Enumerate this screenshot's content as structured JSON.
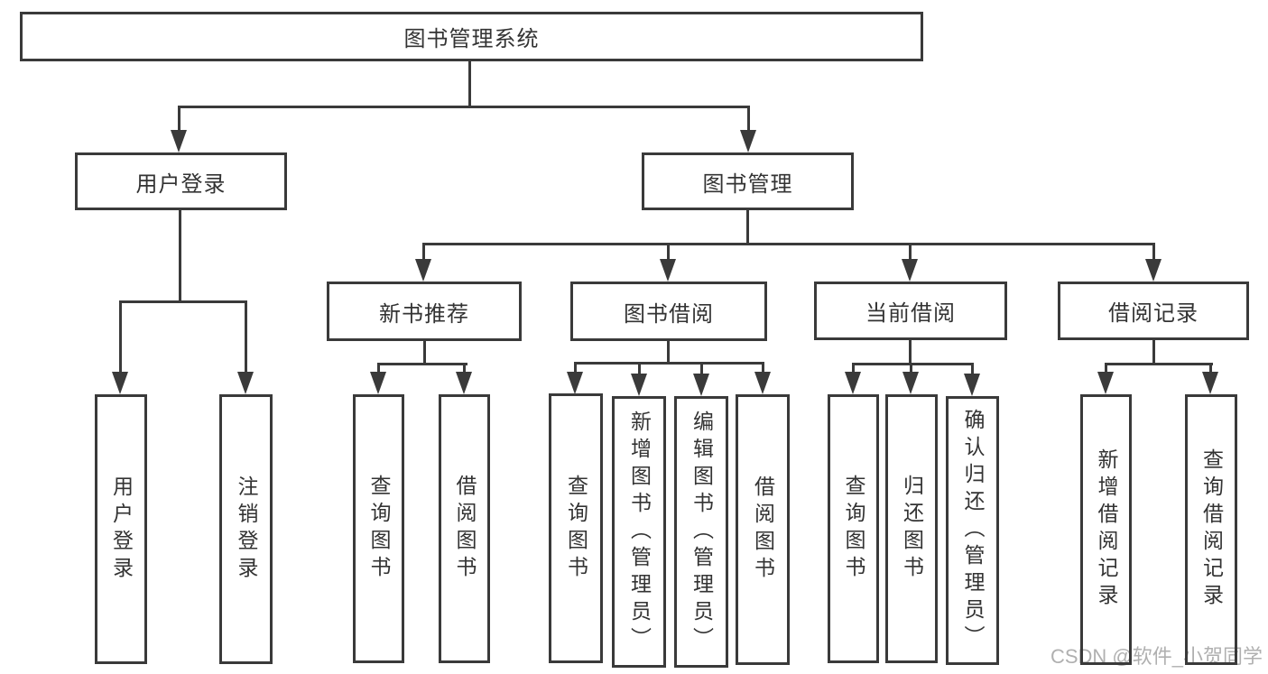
{
  "diagram_title": "图书管理系统",
  "tree": {
    "label": "图书管理系统",
    "children": [
      {
        "label": "用户登录",
        "children": [
          {
            "label": "用户登录"
          },
          {
            "label": "注销登录"
          }
        ]
      },
      {
        "label": "图书管理",
        "children": [
          {
            "label": "新书推荐",
            "children": [
              {
                "label": "查询图书"
              },
              {
                "label": "借阅图书"
              }
            ]
          },
          {
            "label": "图书借阅",
            "children": [
              {
                "label": "查询图书"
              },
              {
                "label": "新增图书（管理员）"
              },
              {
                "label": "编辑图书（管理员）"
              },
              {
                "label": "借阅图书"
              }
            ]
          },
          {
            "label": "当前借阅",
            "children": [
              {
                "label": "查询图书"
              },
              {
                "label": "归还图书"
              },
              {
                "label": "确认归还（管理员）"
              }
            ]
          },
          {
            "label": "借阅记录",
            "children": [
              {
                "label": "新增借阅记录"
              },
              {
                "label": "查询借阅记录"
              }
            ]
          }
        ]
      }
    ]
  },
  "watermark": {
    "text": "CSDN @软件_小贺同学"
  },
  "colors": {
    "line": "#3a3a3a",
    "text": "#333333",
    "watermark": "#b0b0b0",
    "background": "#ffffff"
  }
}
